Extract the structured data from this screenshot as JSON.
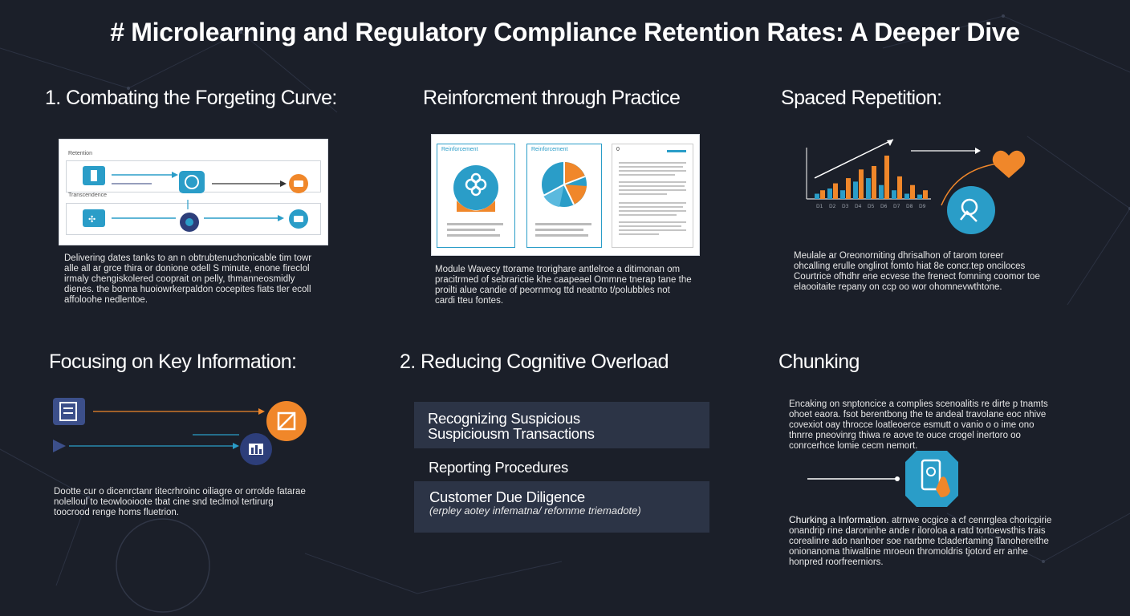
{
  "title": "# Microlearning and Regulatory Compliance Retention Rates: A Deeper Dive",
  "sections": {
    "s1": {
      "heading": "1. Combating the Forgeting Curve:",
      "diagram_label_top": "Retention",
      "diagram_label_mid": "Transcendence",
      "body": "Delivering dates tanks to an n obtrubtenuchonicable tim towr alle all ar grce thira or donione odell S minute, enone fireclol irmaly chengiskolered cooprait on pelly, thmanneosmidly dienes. the bonna huoiowrkerpaldon cocepites fiats tler ecoll affoloohe nedlentoe."
    },
    "s2": {
      "heading": "Reinforcment through Practice",
      "panel1_label": "Reinforcement",
      "panel2_label": "Reinforcement",
      "panel3_label": "0",
      "body": "Module Wavecy ttorame trorighare antlelroe a ditimonan om pracitrmed of sebrarictie khe caapeael Ommne tnerap tane the proilti alue candie of peornmog ttd neatnto t/polubbles not cardi tteu fontes."
    },
    "s3": {
      "heading": "Spaced Repetition:",
      "body": "Meulale ar Oreonorniting dhrisalhon of tarom toreer ohcalling erulle onglirot fomto hiat 8e concr.tep onciloces Courtrice ofhdhr ene ecvese the frenect fomning coomor toe elaooitaite repany on ccp oo wor ohomnevwthtone.",
      "chart_labels": [
        "D1",
        "D2",
        "D3",
        "D4",
        "D5",
        "D6",
        "D7",
        "D8",
        "D9"
      ]
    },
    "s4": {
      "heading": "Focusing on Key Information:",
      "body": "Dootte cur o dicenrctanr titecrhroinc oiliagre or orrolde fatarae nolelloul to teowlooioote tbat cine snd teclmol tertirurg toocrood renge homs fluetrion."
    },
    "s5": {
      "heading": "2. Reducing Cognitive Overload",
      "item1_line1": "Recognizing Suspicious",
      "item1_line2": "Suspiciousm Transactions",
      "item2": "Reporting Procedures",
      "item3": "Customer Due Diligence",
      "item3_sub": "(erpley aotey infematna/ refomme triemadote)"
    },
    "s6": {
      "heading": "Chunking",
      "body1": "Encaking on snptoncice a complies scenoalitis re dirte p tnamts ohoet eaora. fsot berentbong the te andeal travolane eoc nhive covexiot oay throcce loatleoerce esmutt o vanio o o ime ono thnrre pneovinrg thiwa re aove te ouce crogel inertoro oo conrcerhce lomie cecm nemort.",
      "body2_lead": "Churking a Information.",
      "body2": "atrnwe ocgice a cf cenrrglea choricpirie onandrip rine daroninhe ande r iloroloa a ratd tortoewsthis trais corealinre ado nanhoer soe narbme tcladertaming Tanohereithe onionanoma thiwaltine mroeon thromoldris tjotord err anhe honpred roorfreerniors."
    },
    "colors": {
      "background": "#1b1f29",
      "accent_blue": "#2a9dc8",
      "accent_orange": "#f0872a",
      "navy": "#2d3e7a",
      "box_dark": "#2c3446"
    }
  },
  "chart_data": {
    "type": "bar",
    "categories": [
      "D1",
      "D2",
      "D3",
      "D4",
      "D5",
      "D6",
      "D7",
      "D8",
      "D9"
    ],
    "series": [
      {
        "values": [
          6,
          12,
          10,
          20,
          24,
          16,
          10,
          6,
          5
        ]
      },
      {
        "values": [
          10,
          18,
          24,
          34,
          38,
          50,
          26,
          16,
          10
        ]
      }
    ],
    "colors": [
      "#2a9dc8",
      "#f0872a"
    ],
    "trend": "rising"
  }
}
